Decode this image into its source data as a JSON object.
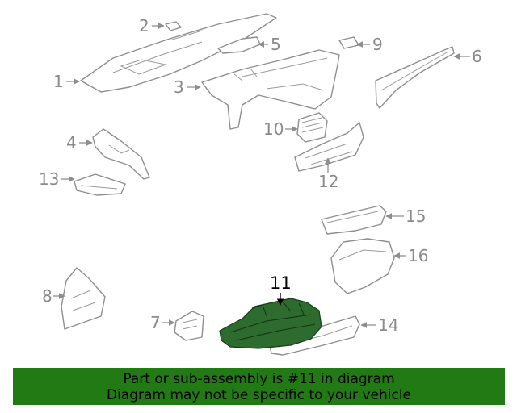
{
  "diagram": {
    "highlight_color": "#2e6b2e",
    "callouts": {
      "c1": "1",
      "c2": "2",
      "c3": "3",
      "c4": "4",
      "c5": "5",
      "c6": "6",
      "c7": "7",
      "c8": "8",
      "c9": "9",
      "c10": "10",
      "c11": "11",
      "c12": "12",
      "c13": "13",
      "c14": "14",
      "c15": "15",
      "c16": "16"
    }
  },
  "banner": {
    "background": "#217a14",
    "line1": "Part or sub-assembly is #11 in diagram",
    "line2": "Diagram may not be specific to your vehicle"
  }
}
